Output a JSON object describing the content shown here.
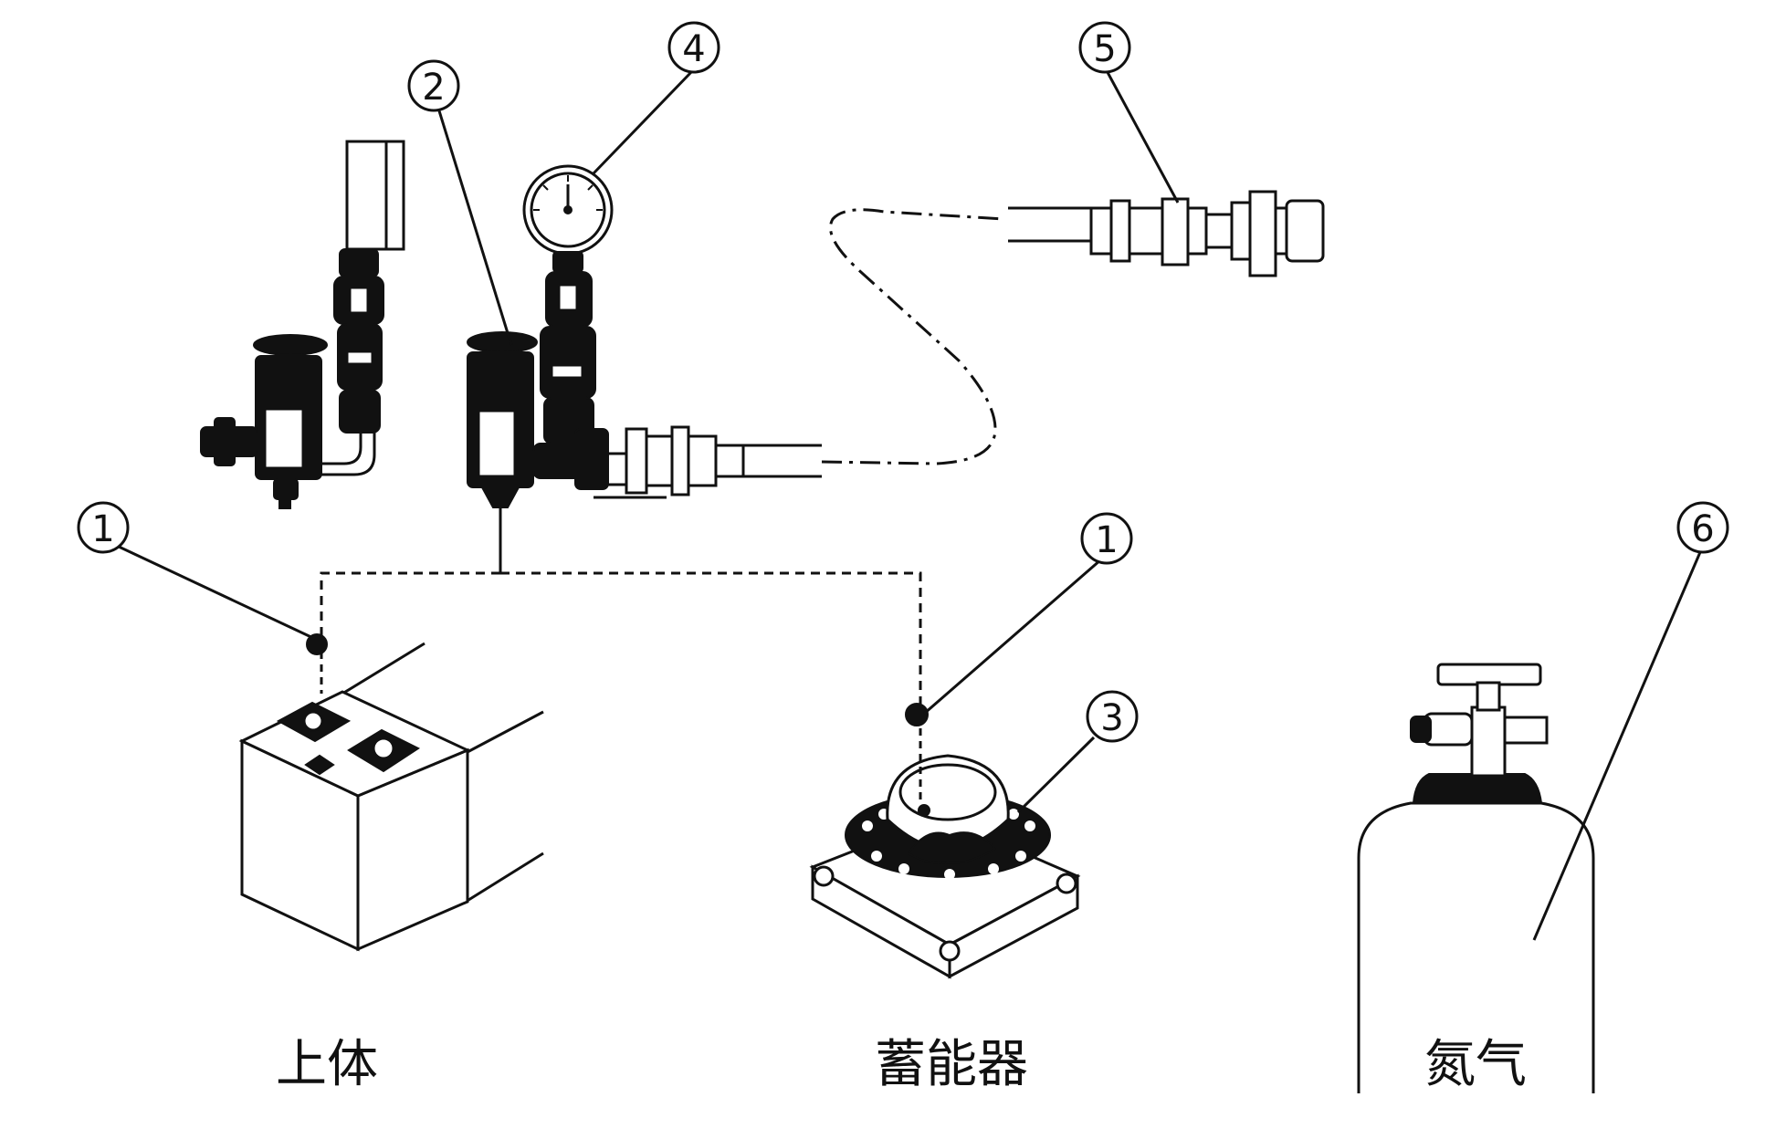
{
  "labels": {
    "upper_body": "上体",
    "accumulator": "蓄能器",
    "nitrogen": "氮气"
  },
  "callouts": {
    "c1_left": "1",
    "c1_right": "1",
    "c2": "2",
    "c3": "3",
    "c4": "4",
    "c5": "5",
    "c6": "6"
  }
}
